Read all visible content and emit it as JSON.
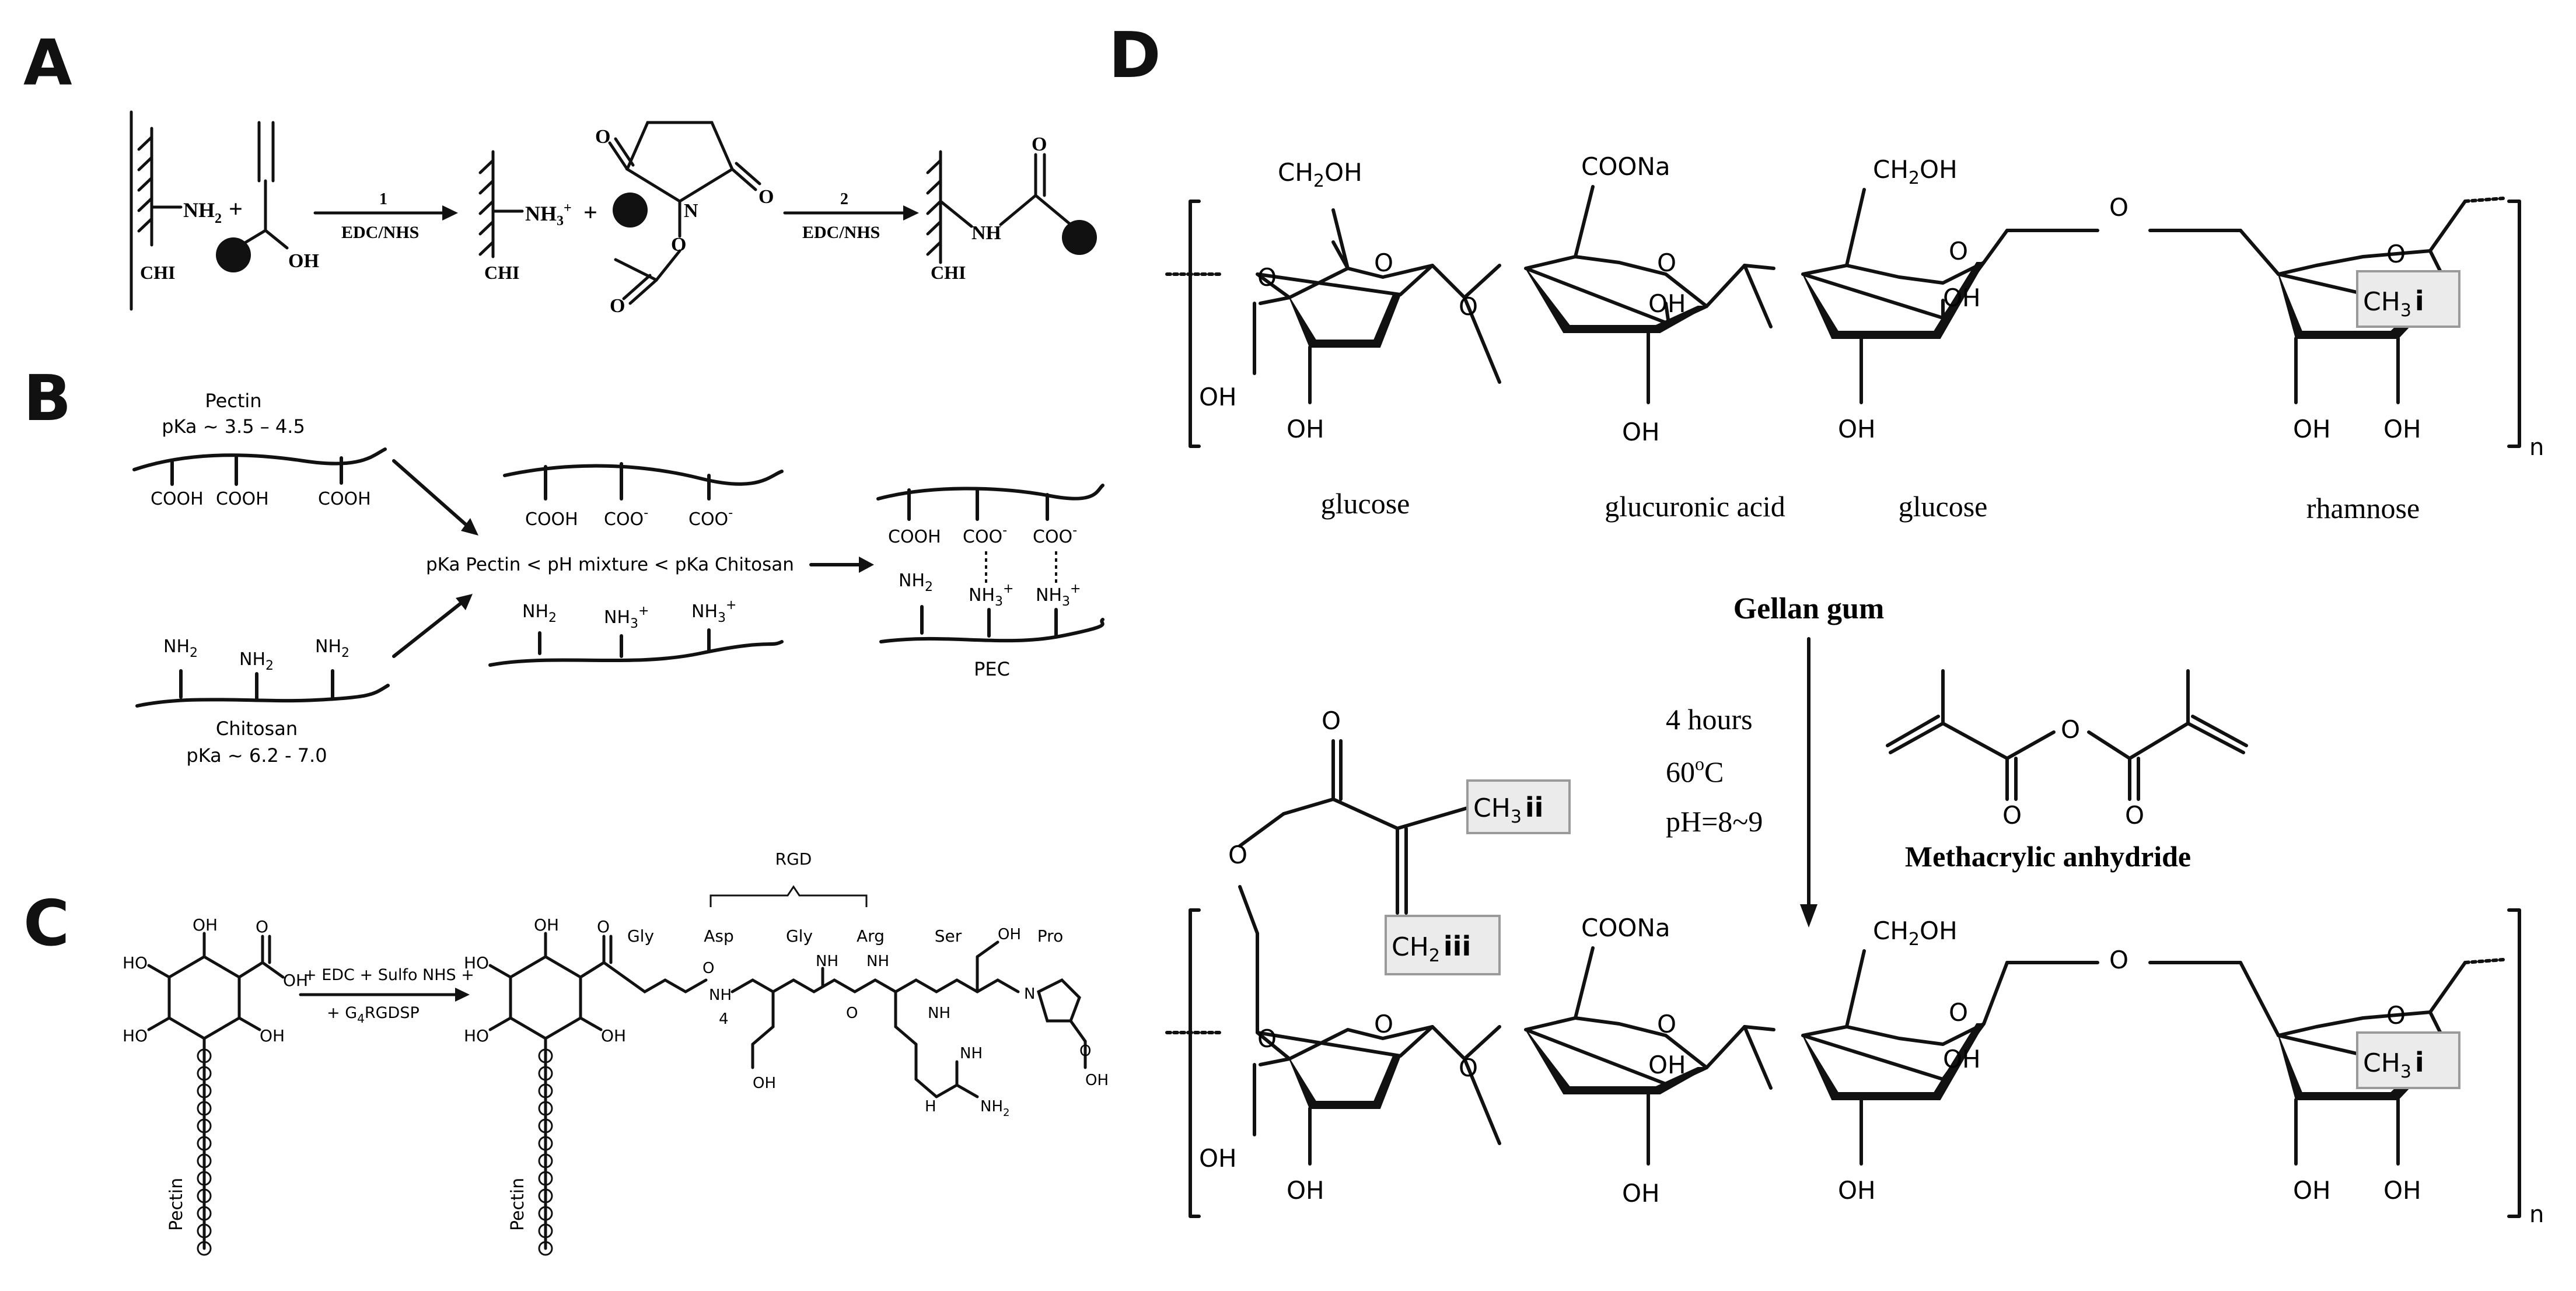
{
  "panels": {
    "A": {
      "label": "A",
      "reactant_group": "NH",
      "reactant_group_sub": "2",
      "plus": "+",
      "oh": "OH",
      "step1_num": "1",
      "step1_reagent": "EDC/NHS",
      "chi": "CHI",
      "protonated_group": "NH",
      "protonated_sup": "3",
      "protonated_charge": "+",
      "o": "O",
      "n": "N",
      "step2_num": "2",
      "step2_reagent": "EDC/NHS",
      "amide_nh": "NH"
    },
    "B": {
      "label": "B",
      "pectin_name": "Pectin",
      "pectin_pka": "pKa ~ 3.5 – 4.5",
      "cooh": "COOH",
      "coo": "COO",
      "minus": "-",
      "nh2": "NH",
      "sub2": "2",
      "nh3": "NH",
      "sub3": "3",
      "plus": "+",
      "condition": "pKa Pectin < pH mixture < pKa Chitosan",
      "chitosan_name": "Chitosan",
      "chitosan_pka": "pKa ~ 6.2 - 7.0",
      "product": "PEC"
    },
    "C": {
      "label": "C",
      "reagent_line1": "+ EDC + Sulfo NHS +",
      "reagent_line2": "+ G",
      "reagent_sub": "4",
      "reagent_line2_end": "RGDSP",
      "pectin": "Pectin",
      "ho": "HO",
      "oh": "OH",
      "o": "O",
      "nh": "NH",
      "n": "N",
      "h": "H",
      "nh2": "NH",
      "sub2": "2",
      "sub4": "4",
      "rgd": "RGD",
      "residues": [
        "Gly",
        "Asp",
        "Gly",
        "Arg",
        "Ser",
        "Pro"
      ]
    },
    "D": {
      "label": "D",
      "ch2oh": "CH",
      "ch2oh_sub": "2",
      "ch2oh_end": "OH",
      "coona": "COONa",
      "oh": "OH",
      "o": "O",
      "ch3": "CH",
      "ch3_sub": "3",
      "mark_i": "i",
      "mark_ii": "ii",
      "mark_iii": "iii",
      "ch2": "CH",
      "ch2_sub": "2",
      "repeat_n": "n",
      "sugars": [
        "glucose",
        "glucuronic acid",
        "glucose",
        "rhamnose"
      ],
      "polymer": "Gellan gum",
      "cond_time": "4 hours",
      "cond_temp_num": "60",
      "cond_temp_sup": "o",
      "cond_temp_unit": "C",
      "cond_ph": "pH=8~9",
      "reagent": "Methacrylic anhydride"
    }
  }
}
